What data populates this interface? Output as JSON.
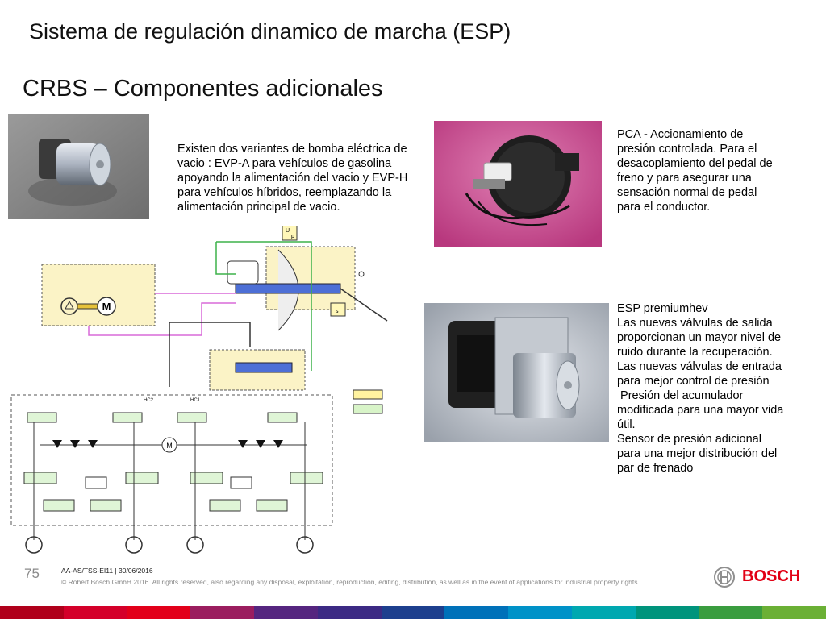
{
  "slide": {
    "title": "Sistema de regulación dinamico de marcha (ESP)",
    "subtitle": "CRBS – Componentes adicionales"
  },
  "pump": {
    "text": "Existen dos variantes de bomba eléctrica de vacio : EVP-A para vehículos de gasolina apoyando la alimentación del vacio y EVP-H para vehículos híbridos, reemplazando la alimentación principal de vacio."
  },
  "pca": {
    "lines": [
      "PCA - Accionamiento de",
      "presión controlada. Para el",
      "desacoplamiento del pedal de",
      "freno y para asegurar una",
      "sensación normal de pedal",
      "para el conductor."
    ]
  },
  "esp": {
    "lines": [
      "ESP premiumhev",
      "Las nuevas válvulas de salida",
      "proporcionan un mayor nivel de",
      "ruido durante la recuperación.",
      "Las nuevas válvulas de entrada",
      "para mejor control de presión",
      " Presión del acumulador",
      "modificada para una mayor vida",
      "útil.",
      "Sensor de presión adicional",
      "para una mejor distribución del",
      "par de frenado"
    ]
  },
  "schematic": {
    "labels": {
      "motor": "M",
      "pump_motor": "M",
      "circuit_left": "HC2",
      "circuit_right": "HC1",
      "sensor_up": "U",
      "sensor_p": "p",
      "sensor_s": "s",
      "sensor_u": "U"
    }
  },
  "footer": {
    "page_number": "75",
    "doc_ref": "AA-AS/TSS-EI11 | 30/06/2016",
    "copyright": "© Robert Bosch GmbH 2016. All rights reserved, also regarding any disposal, exploitation, reproduction, editing, distribution, as well as in the event of applications for industrial property rights.",
    "brand": "BOSCH"
  },
  "colors": {
    "accent_red": "#e20015",
    "strip": [
      "#b0001b",
      "#d4002a",
      "#e2001a",
      "#9b1d5f",
      "#55257f",
      "#3c2a84",
      "#1d3f8e",
      "#0071b9",
      "#0092c8",
      "#00a8b0",
      "#00947c",
      "#3a9d3f",
      "#6bb035"
    ]
  }
}
